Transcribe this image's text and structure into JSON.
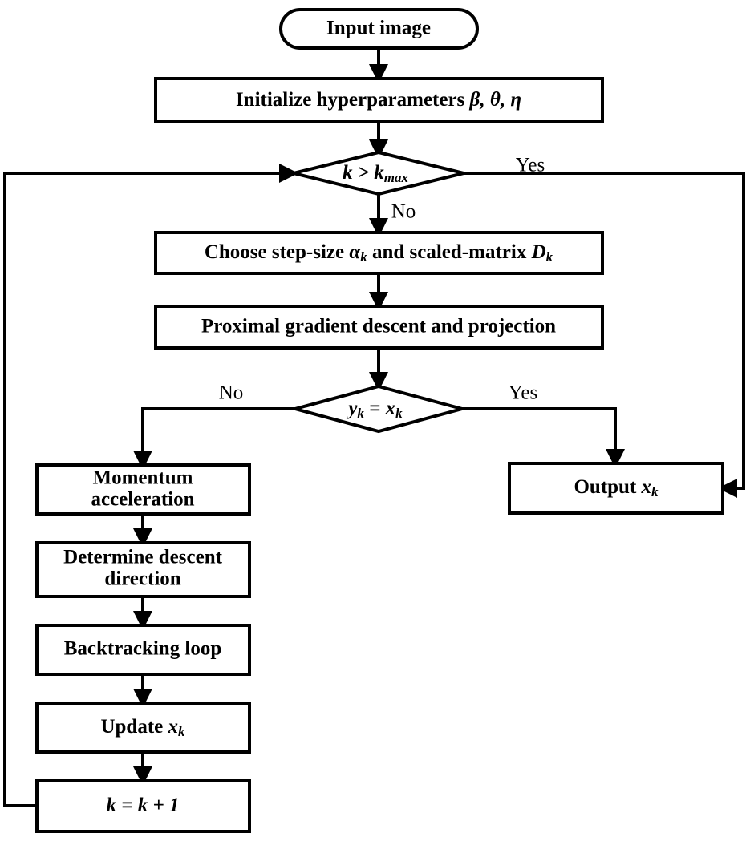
{
  "diagram": {
    "title": "Algorithm flowchart",
    "type": "flowchart",
    "colors": {
      "stroke": "#000000",
      "fill": "#ffffff",
      "text": "#000000",
      "background": "#ffffff"
    },
    "nodes": [
      {
        "id": "input-image",
        "shape": "terminator",
        "label": "Input image"
      },
      {
        "id": "initialize-hyperparameters",
        "shape": "process",
        "label_prefix": "Initialize hyperparameters ",
        "label_symbols": "β, θ, η",
        "label_full": "Initialize hyperparameters β, θ, η"
      },
      {
        "id": "k-greater-kmax",
        "shape": "decision",
        "label_main": "k > k",
        "label_sub": "max",
        "label_full": "k > kmax"
      },
      {
        "id": "choose-step-size",
        "shape": "process",
        "label_part1": "Choose step-size ",
        "label_sym1": "α",
        "label_sub1": "k",
        "label_part2": " and scaled-matrix ",
        "label_sym2": "D",
        "label_sub2": "k",
        "label_full": "Choose step-size αk and scaled-matrix Dk"
      },
      {
        "id": "proximal-gradient-descent",
        "shape": "process",
        "label": "Proximal gradient descent and projection"
      },
      {
        "id": "y-equals-x",
        "shape": "decision",
        "label_sym1": "y",
        "label_sub1": "k",
        "label_op": " = ",
        "label_sym2": "x",
        "label_sub2": "k",
        "label_full": "yk = xk"
      },
      {
        "id": "momentum-acceleration",
        "shape": "process",
        "line1": "Momentum",
        "line2": "acceleration",
        "label_full": "Momentum acceleration"
      },
      {
        "id": "determine-descent-direction",
        "shape": "process",
        "line1": "Determine descent",
        "line2": "direction",
        "label_full": "Determine descent direction"
      },
      {
        "id": "backtracking-loop",
        "shape": "process",
        "label": "Backtracking loop"
      },
      {
        "id": "update-x",
        "shape": "process",
        "label_prefix": "Update ",
        "label_sym": "x",
        "label_sub": "k",
        "label_full": "Update xk"
      },
      {
        "id": "increment-k",
        "shape": "process",
        "label_lhs": "k",
        "label_op": " = ",
        "label_rhs": "k + 1",
        "label_full": "k = k + 1"
      },
      {
        "id": "output-x",
        "shape": "process",
        "label_prefix": "Output ",
        "label_sym": "x",
        "label_sub": "k",
        "label_full": "Output xk"
      }
    ],
    "edge_labels": {
      "kmax_yes": "Yes",
      "kmax_no": "No",
      "yx_no": "No",
      "yx_yes": "Yes"
    }
  }
}
